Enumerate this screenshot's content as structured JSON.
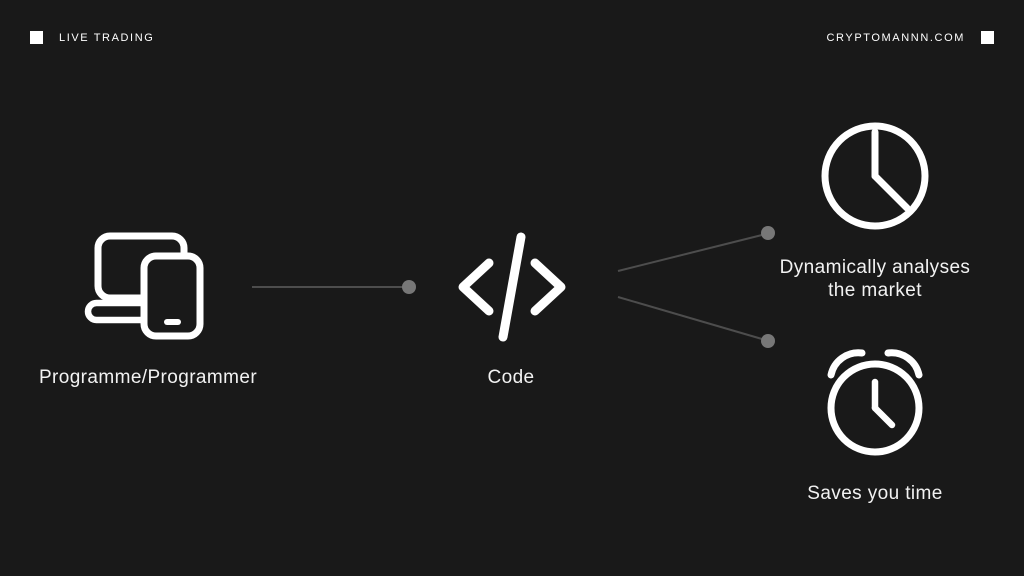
{
  "header": {
    "left_label": "LIVE TRADING",
    "right_label": "CRYPTOMANNN.COM"
  },
  "nodes": {
    "devices": {
      "label": "Programme/Programmer",
      "icon": "laptop-phone-icon"
    },
    "code": {
      "label": "Code",
      "icon": "code-brackets-icon"
    },
    "market": {
      "label_line1": "Dynamically analyses",
      "label_line2": "the market",
      "icon": "pie-clock-icon"
    },
    "time": {
      "label": "Saves you time",
      "icon": "alarm-clock-icon"
    }
  },
  "connectors": [
    {
      "from": "devices",
      "to": "code"
    },
    {
      "from": "code",
      "to": "market"
    },
    {
      "from": "code",
      "to": "time"
    }
  ],
  "colors": {
    "background": "#191919",
    "text": "#f2f2f2",
    "icon_stroke": "#ffffff",
    "connector_line": "#4d4d4d",
    "connector_dot": "#777777"
  }
}
